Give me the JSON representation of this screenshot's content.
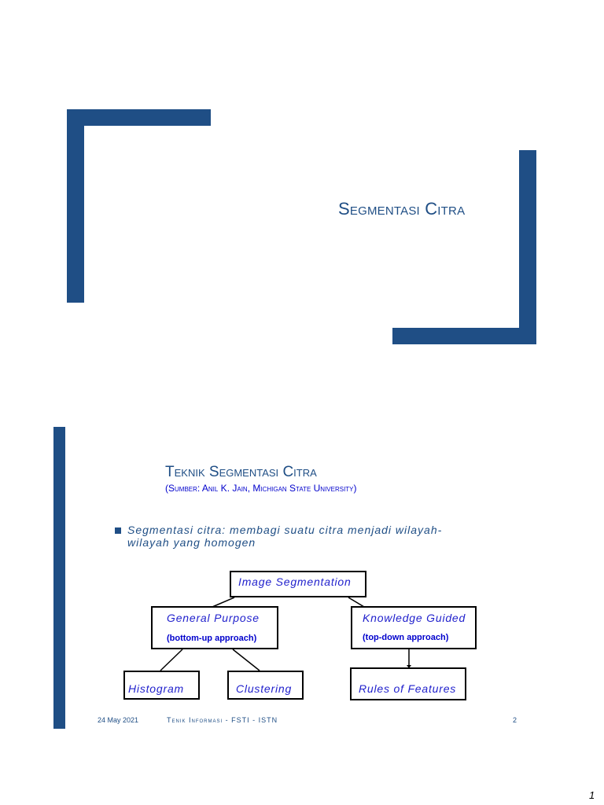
{
  "slide1": {
    "title": "Segmentasi Citra"
  },
  "slide2": {
    "title": "Teknik Segmentasi Citra",
    "subtitle": "(Sumber: Anil K. Jain, Michigan State University)",
    "bullet": "Segmentasi citra: membagi suatu citra menjadi wilayah-wilayah yang homogen",
    "diagram": {
      "root": "Image Segmentation",
      "general": {
        "label": "General Purpose",
        "sub": "(bottom-up approach)"
      },
      "knowledge": {
        "label": "Knowledge Guided",
        "sub": "(top-down approach)"
      },
      "histogram": "Histogram",
      "clustering": "Clustering",
      "rules": "Rules of Features"
    },
    "footer": {
      "date": "24 May 2021",
      "center": "Tenik Informasi - FSTI - ISTN",
      "slide_number": "2"
    }
  },
  "page_number": "1"
}
